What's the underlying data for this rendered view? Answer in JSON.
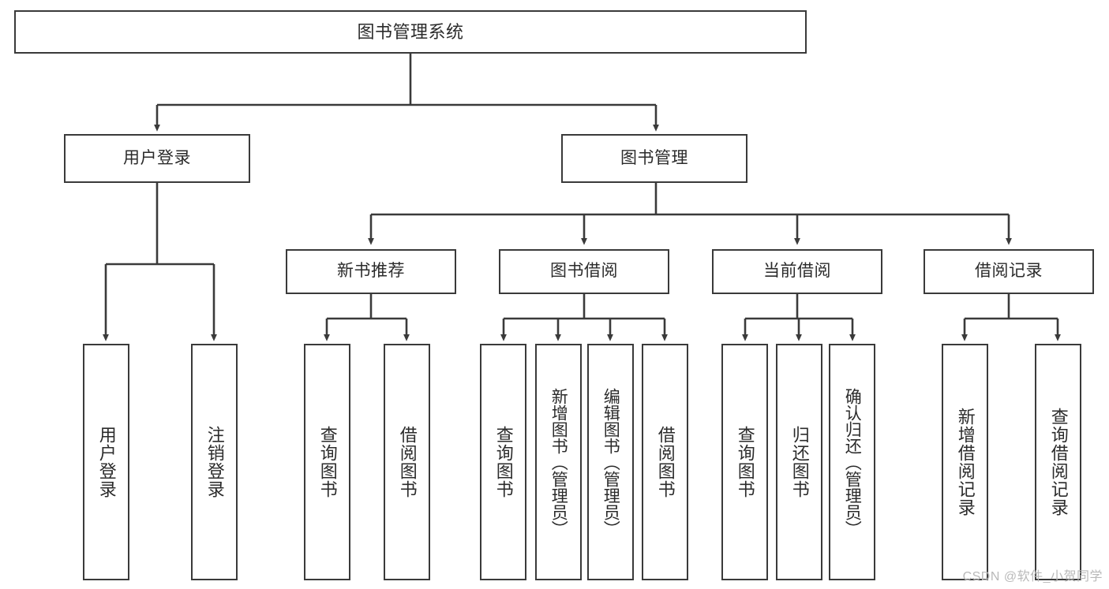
{
  "diagram": {
    "title": "图书管理系统",
    "type": "tree",
    "watermark": "CSDN @软件_小贺同学",
    "colors": {
      "stroke": "#3a3a3a",
      "fill": "#ffffff",
      "text": "#2b2b2b",
      "watermark": "#b9b9b9"
    },
    "nodes": {
      "root": {
        "label": "图书管理系统"
      },
      "level2": [
        {
          "id": "user-login",
          "label": "用户登录"
        },
        {
          "id": "book-manage",
          "label": "图书管理"
        }
      ],
      "level3": [
        {
          "id": "new-book-recommend",
          "label": "新书推荐"
        },
        {
          "id": "book-borrow",
          "label": "图书借阅"
        },
        {
          "id": "current-borrow",
          "label": "当前借阅"
        },
        {
          "id": "borrow-record",
          "label": "借阅记录"
        }
      ],
      "leaves": [
        {
          "id": "leaf-user-login",
          "label": "用户登录",
          "parent": "user-login"
        },
        {
          "id": "leaf-logout",
          "label": "注销登录",
          "parent": "user-login"
        },
        {
          "id": "leaf-query-book-1",
          "label": "查询图书",
          "parent": "new-book-recommend"
        },
        {
          "id": "leaf-borrow-book-1",
          "label": "借阅图书",
          "parent": "new-book-recommend"
        },
        {
          "id": "leaf-query-book-2",
          "label": "查询图书",
          "parent": "book-borrow"
        },
        {
          "id": "leaf-add-book",
          "label": "新增图书（管理员）",
          "parent": "book-borrow"
        },
        {
          "id": "leaf-edit-book",
          "label": "编辑图书（管理员）",
          "parent": "book-borrow"
        },
        {
          "id": "leaf-borrow-book-2",
          "label": "借阅图书",
          "parent": "book-borrow"
        },
        {
          "id": "leaf-query-book-3",
          "label": "查询图书",
          "parent": "current-borrow"
        },
        {
          "id": "leaf-return-book",
          "label": "归还图书",
          "parent": "current-borrow"
        },
        {
          "id": "leaf-confirm-return",
          "label": "确认归还（管理员）",
          "parent": "current-borrow"
        },
        {
          "id": "leaf-add-record",
          "label": "新增借阅记录",
          "parent": "borrow-record"
        },
        {
          "id": "leaf-query-record",
          "label": "查询借阅记录",
          "parent": "borrow-record"
        }
      ]
    }
  }
}
